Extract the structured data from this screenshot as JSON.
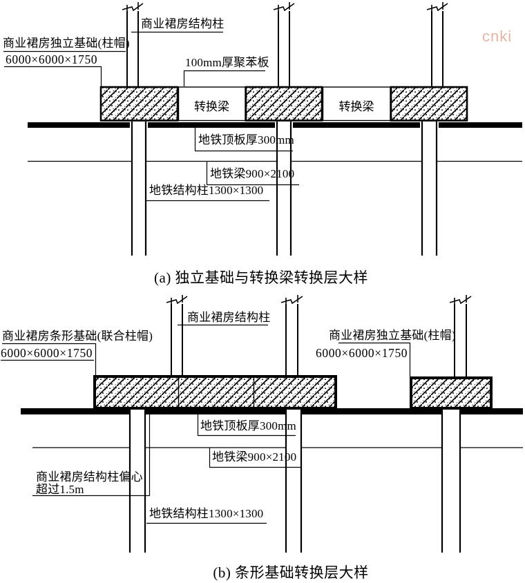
{
  "watermark": "cnki",
  "colors": {
    "line": "#000000",
    "watermark": "#e4b6a8",
    "background": "#ffffff"
  },
  "diagram_a": {
    "caption": "(a) 独立基础与转换梁转换层大样",
    "labels": {
      "podium_column": "商业裙房结构柱",
      "footing": "商业裙房独立基础(柱帽)",
      "footing_size": "6000×6000×1750",
      "foam_board": "100mm厚聚苯板",
      "transfer_beam_1": "转换梁",
      "transfer_beam_2": "转换梁",
      "metro_roof_slab": "地铁顶板厚300mm",
      "metro_beam": "地铁梁900×2100",
      "metro_column": "地铁结构柱1300×1300"
    }
  },
  "diagram_b": {
    "caption": "(b) 条形基础转换层大样",
    "labels": {
      "podium_column": "商业裙房结构柱",
      "strip_footing": "商业裙房条形基础(联合柱帽)",
      "strip_footing_size": "6000×6000×1750",
      "isolated_footing": "商业裙房独立基础(柱帽)",
      "isolated_footing_size": "6000×6000×1750",
      "metro_roof_slab": "地铁顶板厚300mm",
      "metro_beam": "地铁梁900×2100",
      "eccentricity_line1": "商业裙房结构柱偏心",
      "eccentricity_line2": "超过1.5m",
      "metro_column": "地铁结构柱1300×1300"
    }
  }
}
